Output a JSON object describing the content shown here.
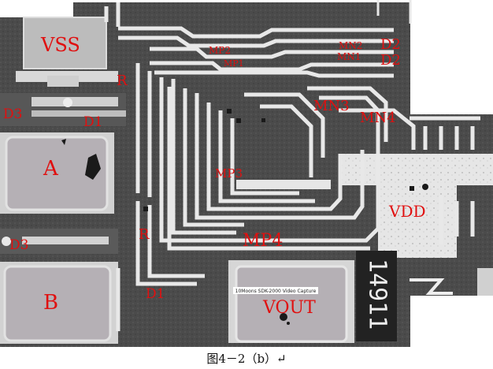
{
  "labels": {
    "vss": "VSS",
    "r_top": "R",
    "d3_top": "D3",
    "d1_top": "D1",
    "a": "A",
    "mp2": "MP2",
    "mp1": "MP1",
    "mn2": "MN2",
    "mn1": "MN1",
    "d2_top": "D2",
    "d2_bottom": "D2",
    "mn3": "MN3",
    "mn4": "MN4",
    "mp3": "MP3",
    "vdd": "VDD",
    "r_bottom": "R",
    "mp4": "MP4",
    "d3_bottom": "D3",
    "b": "B",
    "d1_bottom": "D1",
    "vout": "VOUT"
  },
  "overlay": {
    "capture_banner": "10Moons SDK-2000 Video Capture",
    "chip_id": "14911"
  },
  "caption": "图4－2（b）↵",
  "colors": {
    "label_red": "#e01010",
    "metal_light": "#e8e8e8",
    "substrate_dark": "#4a4a4a",
    "pad_fill": "#b5b0b5"
  }
}
